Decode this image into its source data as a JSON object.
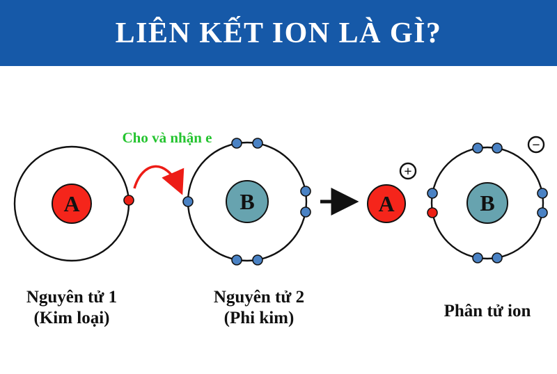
{
  "header": {
    "title": "LIÊN KẾT ION LÀ GÌ?",
    "bg_color": "#1659a8",
    "text_color": "#ffffff"
  },
  "diagram": {
    "annotation": "Cho và nhận e",
    "annotation_color": "#25c430",
    "electron_color": "#4a82c4",
    "transferred_electron_color": "#ed2015",
    "arrow_color": "#ed1c16",
    "atom1": {
      "symbol": "A",
      "nucleus_color": "#f5251b",
      "label_line1": "Nguyên tử 1",
      "label_line2": "(Kim loại)"
    },
    "atom2": {
      "symbol": "B",
      "nucleus_color": "#67a3af",
      "label_line1": "Nguyên tử 2",
      "label_line2": "(Phi kim)"
    },
    "ions": {
      "cation_symbol": "A",
      "cation_nucleus_color": "#f5251b",
      "cation_charge": "+",
      "anion_symbol": "B",
      "anion_nucleus_color": "#67a3af",
      "anion_charge": "−",
      "label": "Phân tử ion"
    }
  }
}
